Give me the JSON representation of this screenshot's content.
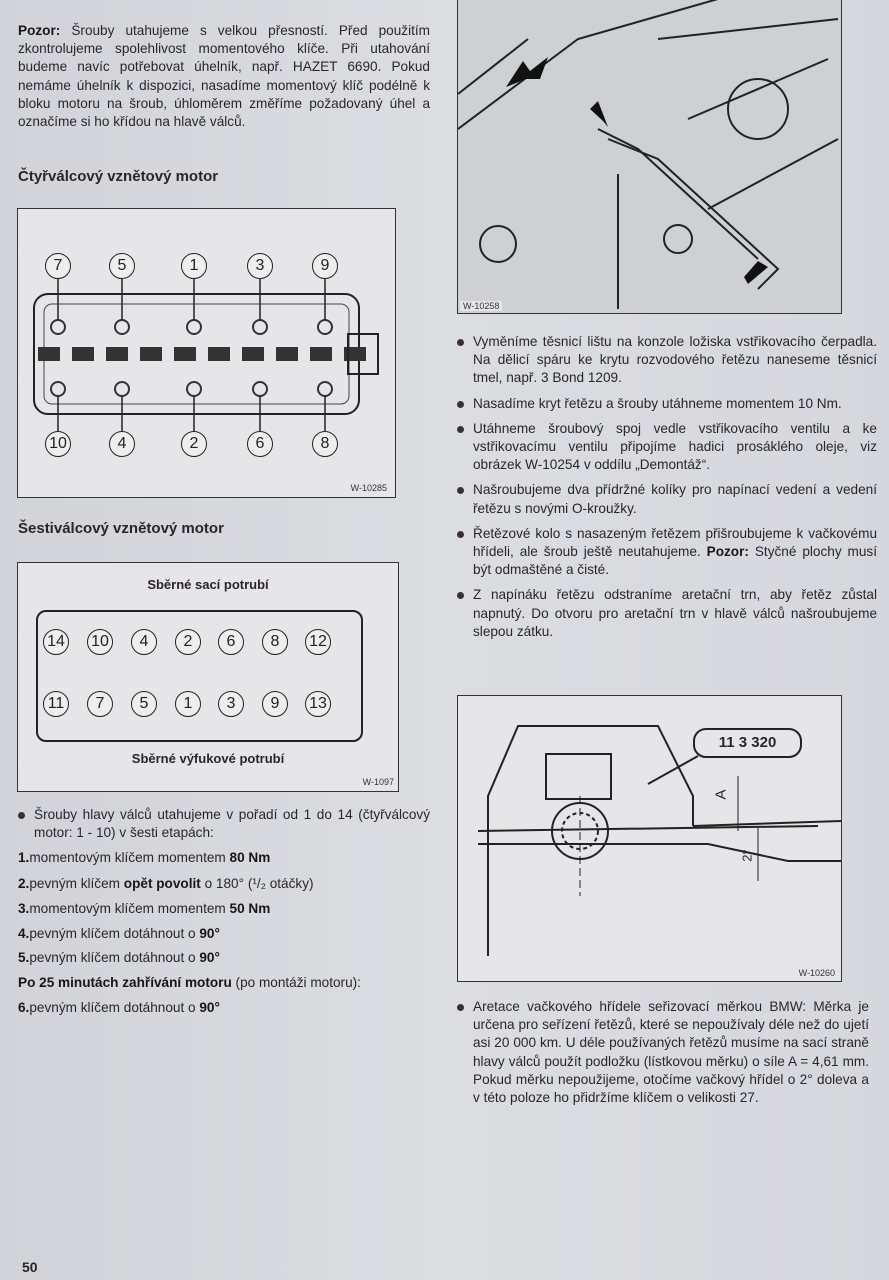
{
  "left": {
    "intro_bold": "Pozor:",
    "intro": "Šrouby utahujeme s velkou přesností. Před použitím zkontrolujeme spolehlivost momentového klíče. Při utahování budeme navíc potřebovat úhelník, např. HAZET 6690. Pokud nemáme úhelník k dispozici, nasadíme momentový klíč podélně k bloku motoru na šroub, úhloměrem změříme požadovaný úhel a označíme si ho křídou na hlavě válců.",
    "heading_4cyl": "Čtyřválcový vznětový motor",
    "fig_4cyl": {
      "label": "W-10285",
      "top": [
        "7",
        "5",
        "1",
        "3",
        "9"
      ],
      "bottom": [
        "10",
        "4",
        "2",
        "6",
        "8"
      ]
    },
    "heading_6cyl": "Šestiválcový vznětový motor",
    "fig_6cyl": {
      "label": "W-1097",
      "intake": "Sběrné sací potrubí",
      "exhaust": "Sběrné výfukové potrubí",
      "top": [
        "14",
        "10",
        "4",
        "2",
        "6",
        "8",
        "12"
      ],
      "bottom": [
        "11",
        "7",
        "5",
        "1",
        "3",
        "9",
        "13"
      ]
    },
    "bullet": "Šrouby hlavy válců utahujeme v pořadí od 1 do 14 (čtyřválcový motor: 1 - 10) v šesti etapách:",
    "steps": [
      {
        "n": "1.",
        "t": "momentovým klíčem momentem ",
        "b": "80 Nm",
        "r": ""
      },
      {
        "n": "2.",
        "t": "pevným klíčem ",
        "b": "opět povolit",
        "r": " o 180° (¹/₂ otáčky)",
        "b2": ""
      },
      {
        "n": "3.",
        "t": "momentovým klíčem momentem ",
        "b": "50 Nm",
        "r": ""
      },
      {
        "n": "4.",
        "t": "pevným klíčem dotáhnout o ",
        "b": "90°",
        "r": ""
      },
      {
        "n": "5.",
        "t": "pevným klíčem dotáhnout o ",
        "b": "90°",
        "r": ""
      }
    ],
    "warm_bold": "Po 25 minutách zahřívání motoru",
    "warm": " (po montáži motoru):",
    "step6": {
      "n": "6.",
      "t": "pevným klíčem dotáhnout o ",
      "b": "90°"
    }
  },
  "right": {
    "fig_photo_label": "W-10258",
    "bullets": [
      "Vyměníme těsnicí lištu na konzole ložiska vstřikovacího čerpadla. Na dělicí spáru ke krytu rozvodového řetězu naneseme těsnicí tmel, např. 3 Bond 1209.",
      "Nasadíme kryt řetězu a šrouby utáhneme momentem 10 Nm.",
      "Utáhneme šroubový spoj vedle vstřikovacího ventilu a ke vstřikovacímu ventilu připojíme hadici prosáklého oleje, viz obrázek W-10254 v oddílu „Demontáž“.",
      "Našroubujeme dva přídržné kolíky pro napínací vedení a vedení řetězu s novými O-kroužky."
    ],
    "b5a": "Řetězové kolo s nasazeným řetězem přišroubujeme k vačkovému hřídeli, ale šroub ještě neutahujeme. ",
    "b5bold": "Pozor:",
    "b5b": " Styčné plochy musí být odmaštěné a čisté.",
    "b6": "Z napínáku řetězu odstraníme aretační trn, aby řetěz zůstal napnutý. Do otvoru pro aretační trn v hlavě válců našroubujeme slepou zátku.",
    "fig_gauge": {
      "label": "W-10260",
      "tool": "11 3 320",
      "a": "A",
      "angle": "2°"
    },
    "b7": "Aretace vačkového hřídele seřizovací měrkou BMW: Měrka je určena pro seřízení řetězů, které se nepoužívaly déle než do ujetí asi 20 000 km. U déle používaných řetězů musíme na sací straně hlavy válců použít podložku (lístkovou měrku) o síle A = 4,61 mm. Pokud měrku nepoužijeme, otočíme vačkový hřídel o 2° doleva a v této poloze ho přidržíme klíčem o velikosti 27."
  },
  "page_number": "50"
}
